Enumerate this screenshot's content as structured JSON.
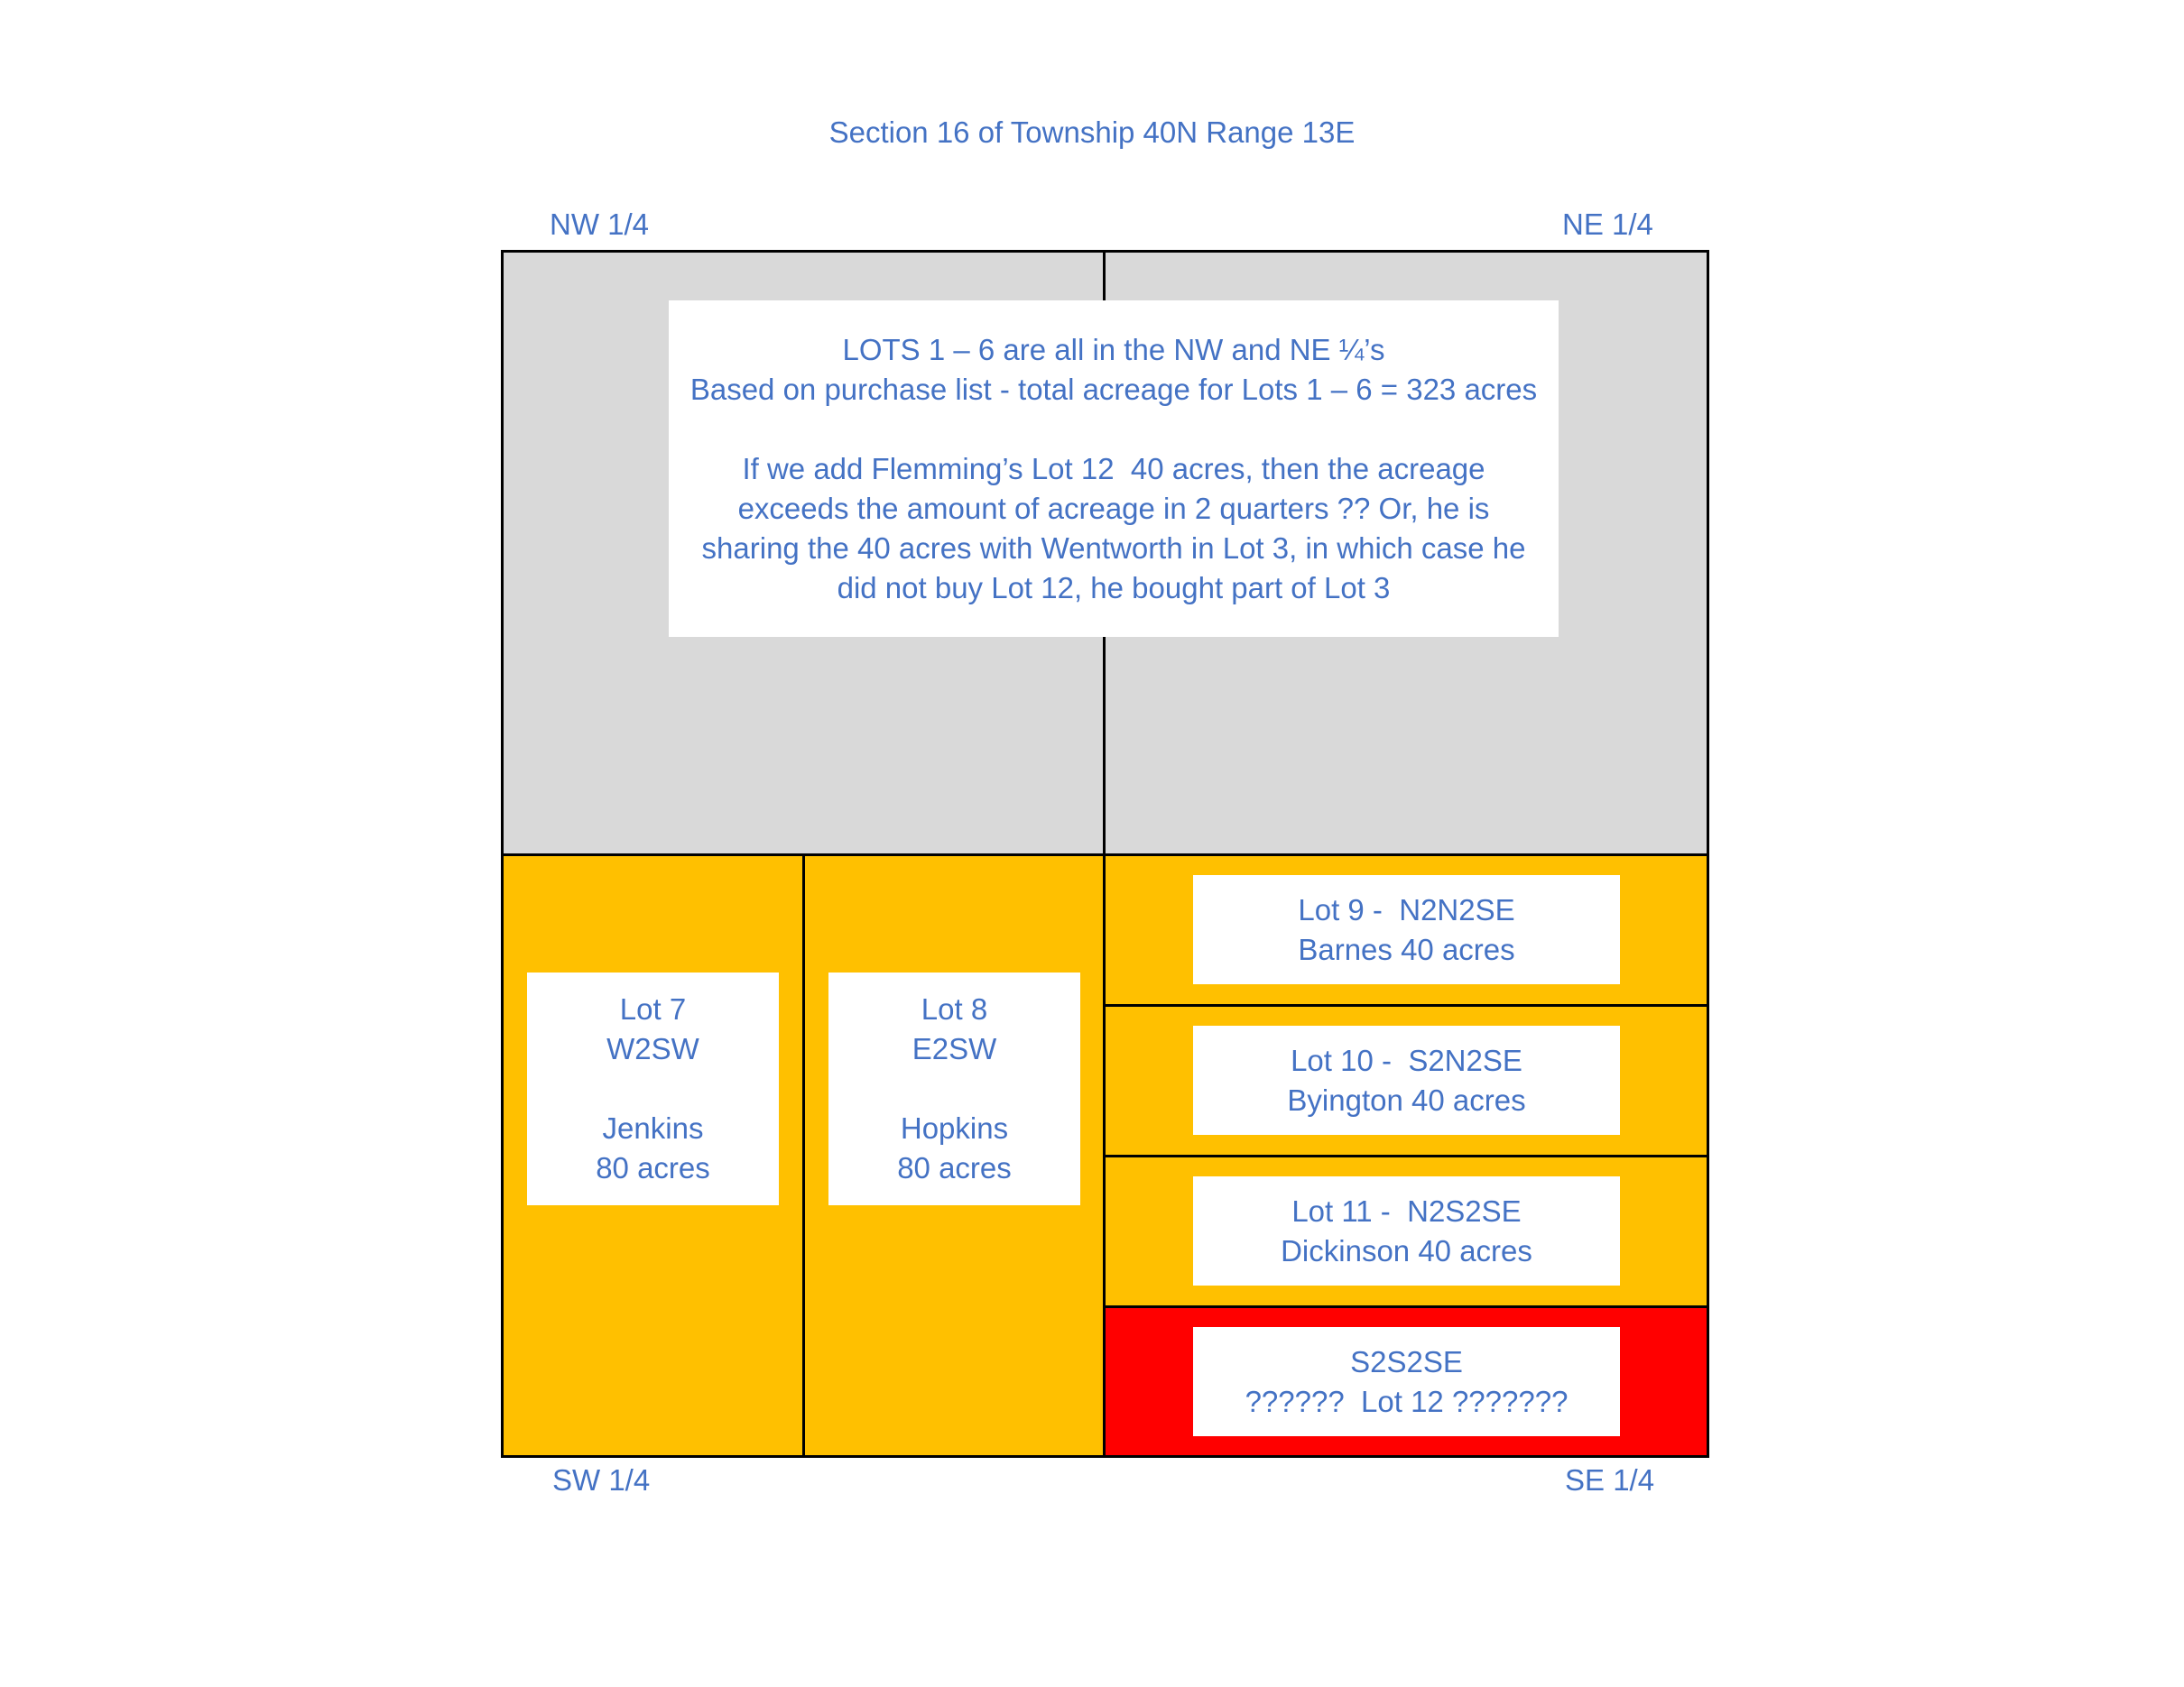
{
  "title": "Section 16 of Township 40N Range 13E",
  "quarter_labels": {
    "nw": "NW 1/4",
    "ne": "NE 1/4",
    "sw": "SW 1/4",
    "se": "SE 1/4"
  },
  "north_note": {
    "line1": "LOTS 1 – 6 are all in the NW and NE ¼’s",
    "line2": "Based on purchase list - total acreage for Lots 1 – 6 = 323 acres",
    "line3": "If we add Flemming’s Lot 12  40 acres, then the acreage",
    "line4": "exceeds the amount of acreage in 2 quarters ?? Or, he is",
    "line5": "sharing the 40 acres with Wentworth in Lot 3, in which case he",
    "line6": "did not buy Lot 12, he bought part of Lot 3"
  },
  "lots": {
    "lot7": {
      "lot": "Lot 7",
      "desc": "W2SW",
      "owner": "Jenkins",
      "acres": "80 acres"
    },
    "lot8": {
      "lot": "Lot 8",
      "desc": "E2SW",
      "owner": "Hopkins",
      "acres": "80 acres"
    },
    "lot9": {
      "line1": "Lot 9 -  N2N2SE",
      "line2": "Barnes 40 acres"
    },
    "lot10": {
      "line1": "Lot 10 -  S2N2SE",
      "line2": "Byington 40 acres"
    },
    "lot11": {
      "line1": "Lot 11 -  N2S2SE",
      "line2": "Dickinson 40 acres"
    },
    "lot12": {
      "line1": "S2S2SE",
      "line2": "??????  Lot 12 ???????"
    }
  },
  "colors": {
    "north_fill": "#D9D9D9",
    "lot_fill": "#FFC000",
    "unknown_fill": "#FF0000",
    "text": "#4472C4"
  }
}
